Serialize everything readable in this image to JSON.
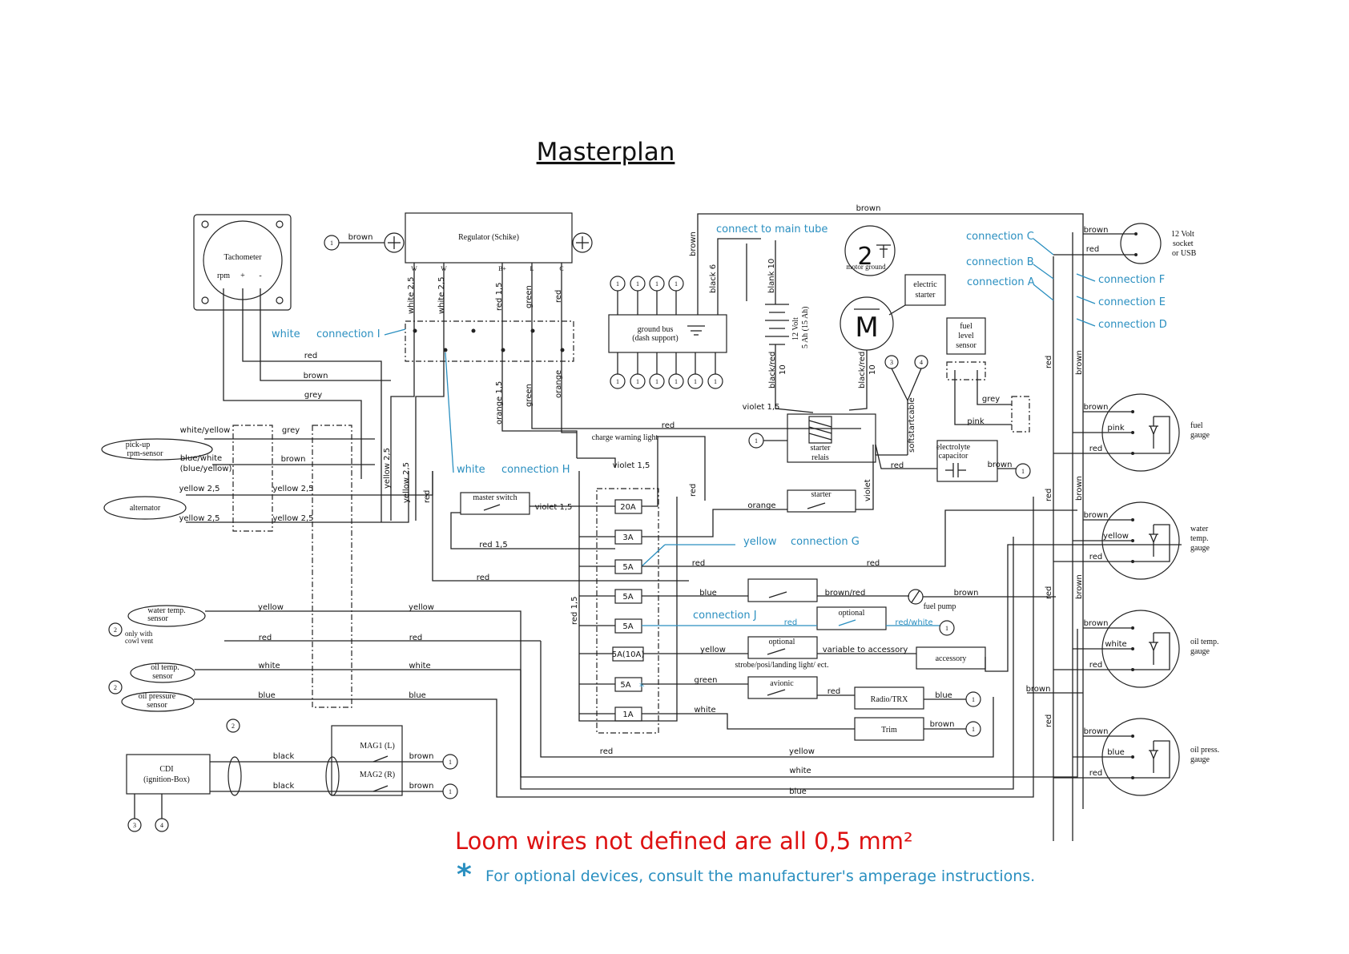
{
  "title": "Masterplan",
  "components": {
    "tachometer": {
      "label": "Tachometer",
      "pins": [
        "rpm",
        "+",
        "-"
      ]
    },
    "regulator": {
      "label": "Regulator (Schike)",
      "pins": [
        "W",
        "W",
        "B+",
        "L",
        "C"
      ]
    },
    "ground_bus": {
      "label_1": "ground bus",
      "label_2": "(dash support)"
    },
    "motor_ground": {
      "number": "2",
      "label": "motor ground"
    },
    "electric_starter": {
      "symbol": "M",
      "label_1": "electric",
      "label_2": "starter"
    },
    "battery": {
      "label_1": "12 Volt",
      "label_2": "5 Ah (15 Ah)"
    },
    "starter_relais": {
      "label_1": "starter",
      "label_2": "relais"
    },
    "soft_start": {
      "label": "softstartcable"
    },
    "fuel_level_sensor": {
      "label_1": "fuel",
      "label_2": "level",
      "label_3": "sensor"
    },
    "capacitor": {
      "label_1": "electrolyte",
      "label_2": "capacitor"
    },
    "socket": {
      "label_1": "12 Volt",
      "label_2": "socket",
      "label_3": "or USB"
    },
    "pickup": {
      "label_1": "pick-up",
      "label_2": "rpm-sensor"
    },
    "alternator": {
      "label": "alternator"
    },
    "water_temp_sensor": {
      "label_1": "water temp.",
      "label_2": "sensor",
      "note_1": "only with",
      "note_2": "cowl vent"
    },
    "oil_temp_sensor": {
      "label_1": "oil temp.",
      "label_2": "sensor"
    },
    "oil_pressure_sensor": {
      "label_1": "oil pressure",
      "label_2": "sensor"
    },
    "cdi": {
      "label_1": "CDI",
      "label_2": "(ignition-Box)"
    },
    "mag1": {
      "label": "MAG1 (L)"
    },
    "mag2": {
      "label": "MAG2 (R)"
    },
    "charge_warning": {
      "label": "charge warning light"
    },
    "master_switch": {
      "label": "master switch"
    },
    "starter_switch": {
      "label": "starter"
    },
    "optional_switch_1": {
      "label": "optional"
    },
    "optional_switch_2": {
      "label": "optional"
    },
    "avionic_switch": {
      "label": "avionic"
    },
    "accessory": {
      "label": "accessory"
    },
    "radio": {
      "label": "Radio/TRX"
    },
    "trim": {
      "label": "Trim"
    },
    "fuel_pump": {
      "label": "fuel pump"
    },
    "strobe_note": {
      "label": "strobe/posi/landing light/ ect."
    },
    "variable_note": {
      "label": "variable to accessory"
    }
  },
  "fuses": [
    "20A",
    "3A",
    "5A",
    "5A",
    "5A",
    "5A(10A)",
    "5A",
    "1A"
  ],
  "fuse_star": "*",
  "gauges": [
    {
      "label_1": "fuel",
      "label_2": "gauge",
      "wire_top": "brown",
      "wire_mid": "pink",
      "wire_bot": "red"
    },
    {
      "label_1": "water",
      "label_2": "temp.",
      "label_3": "gauge",
      "wire_top": "brown",
      "wire_mid": "yellow",
      "wire_bot": "red"
    },
    {
      "label_1": "oil temp.",
      "label_2": "gauge",
      "wire_top": "brown",
      "wire_mid": "white",
      "wire_bot": "red"
    },
    {
      "label_1": "oil press.",
      "label_2": "gauge",
      "wire_top": "brown",
      "wire_mid": "blue",
      "wire_bot": "red"
    }
  ],
  "connections": {
    "A": "connection A",
    "B": "connection B",
    "C": "connection C",
    "D": "connection D",
    "E": "connection E",
    "F": "connection F",
    "G_color": "yellow",
    "G": "connection G",
    "H_color": "white",
    "H": "connection H",
    "I_color": "white",
    "I": "connection I",
    "J": "connection J",
    "main_tube": "connect to main tube"
  },
  "wires": {
    "brown": "brown",
    "red": "red",
    "grey": "grey",
    "white": "white",
    "blue": "blue",
    "yellow": "yellow",
    "green": "green",
    "pink": "pink",
    "orange": "orange",
    "black": "black",
    "white_yellow": "white/yellow",
    "blue_white": "blue/white",
    "blue_yellow": "(blue/yellow)",
    "yellow_25": "yellow 2,5",
    "white_25": "white 2,5",
    "red_15": "red 1,5",
    "orange_15": "orange 1,5",
    "violet_15": "violet 1,5",
    "violet": "violet",
    "black_6": "black 6",
    "blank_10": "blank 10",
    "black_red_10": "black/red",
    "ten": "10",
    "brown_red": "brown/red",
    "red_white": "red/white"
  },
  "terminals": {
    "one": "1",
    "two": "2",
    "three": "3",
    "four": "4"
  },
  "notes": {
    "loom": "Loom wires not defined are all 0,5 mm²",
    "optional": "For optional devices, consult the manufacturer's amperage instructions."
  }
}
